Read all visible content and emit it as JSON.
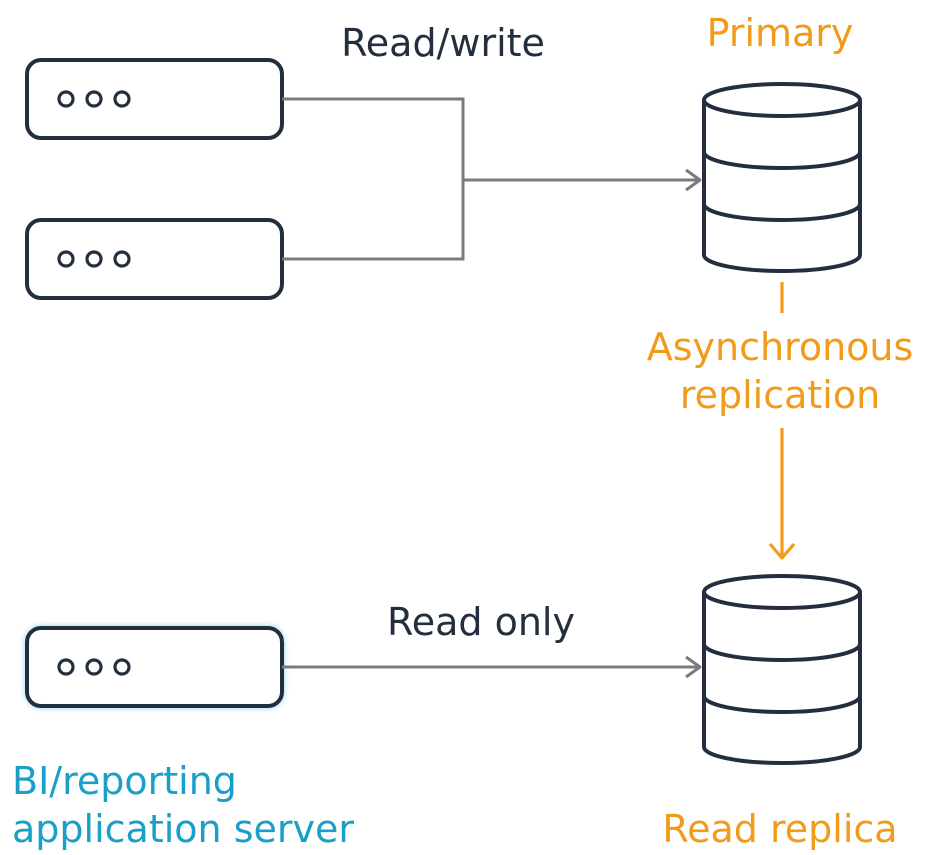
{
  "labels": {
    "read_write": "Read/write",
    "primary": "Primary",
    "async_line1": "Asynchronous",
    "async_line2": "replication",
    "read_only": "Read only",
    "bi_line1": "BI/reporting",
    "bi_line2": "application server",
    "read_replica": "Read replica"
  },
  "colors": {
    "dark_text": "#232f3e",
    "orange": "#f29b1a",
    "blue": "#1aa0c8",
    "stroke": "#232f3e",
    "connector": "#7b7b7b"
  },
  "icons": {
    "server": "server-icon",
    "database": "database-icon"
  }
}
